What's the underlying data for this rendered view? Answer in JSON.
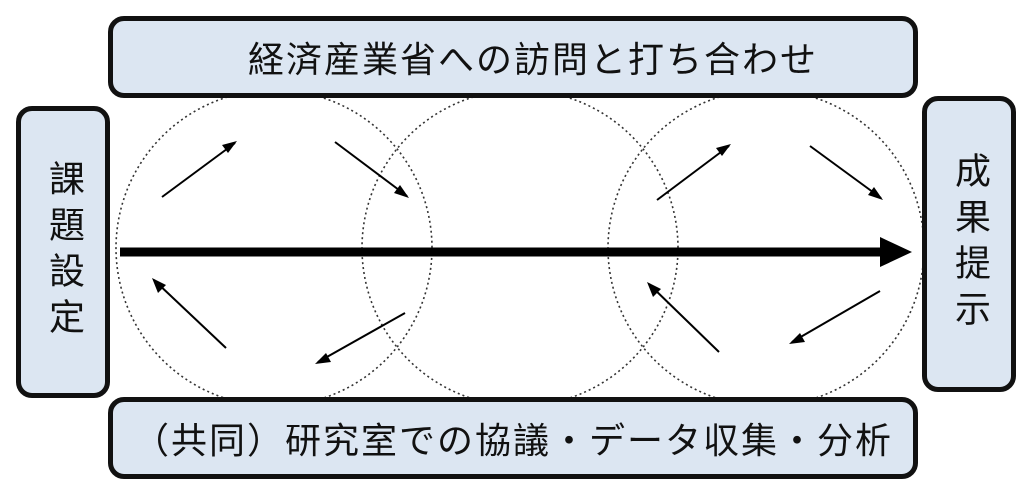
{
  "top_bar": {
    "label": "経済産業省への訪問と打ち合わせ"
  },
  "bottom_bar": {
    "label": "（共同）研究室での協議・データ収集・分析"
  },
  "left_box": {
    "label": "課題設定"
  },
  "right_box": {
    "label": "成果提示"
  },
  "colors": {
    "box_fill": "#dce6f2",
    "box_border": "#111111",
    "arrow": "#000000",
    "circle_stroke": "#333333"
  }
}
